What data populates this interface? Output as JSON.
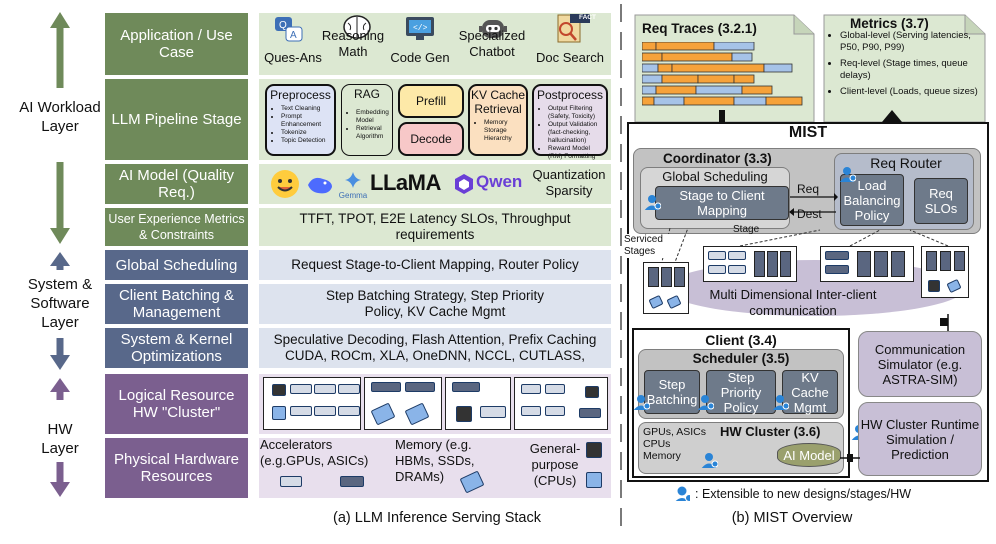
{
  "left": {
    "layers": [
      {
        "label": "Application / Use Case",
        "style": "green"
      },
      {
        "label": "LLM Pipeline Stage",
        "style": "green"
      },
      {
        "label": "AI Model (Quality Req.)",
        "style": "green"
      },
      {
        "label": "User Experience Metrics & Constraints",
        "style": "green"
      },
      {
        "label": "Global Scheduling",
        "style": "blue"
      },
      {
        "label": "Client Batching & Management",
        "style": "blue"
      },
      {
        "label": "System & Kernel Optimizations",
        "style": "blue"
      },
      {
        "label": "Logical Resource HW \"Cluster\"",
        "style": "purple"
      },
      {
        "label": "Physical Hardware Resources",
        "style": "purple"
      }
    ],
    "side_labels": {
      "ai": "AI Workload Layer",
      "sys": "System & Software Layer",
      "hw": "HW Layer"
    },
    "apps": [
      "Ques-Ans",
      "Reasoning Math",
      "Code Gen",
      "Specialized Chatbot",
      "Doc Search"
    ],
    "fact_badge": "FACT",
    "pipeline": {
      "preprocess": {
        "title": "Preprocess",
        "items": [
          "Text Cleaning",
          "Prompt Enhancement",
          "Tokenize",
          "Topic Detection"
        ]
      },
      "rag": {
        "title": "RAG",
        "items": [
          "Embedding Model",
          "Retrieval Algorithm"
        ]
      },
      "prefill": "Prefill",
      "decode": "Decode",
      "kvcache": {
        "title": "KV Cache Retrieval",
        "items": [
          "Memory Storage Hierarchy"
        ]
      },
      "postprocess": {
        "title": "Postprocess",
        "items": [
          "Output Filtering (Safety, Toxicity)",
          "Output Validation (fact-checking, hallucination)",
          "Reward Model (RM) Formatting"
        ]
      }
    },
    "models": {
      "gemma": "Gemma",
      "llama": "LLaMA",
      "qwen": "Qwen",
      "quant": "Quantization Sparsity"
    },
    "ux_row": "TTFT, TPOT, E2E Latency SLOs, Throughput requirements",
    "gs_row": "Request Stage-to-Client Mapping, Router Policy",
    "cb_row": "Step Batching Strategy, Step Priority Policy, KV Cache Mgmt",
    "sk_row": "Speculative Decoding, Flash Attention, Prefix Caching CUDA, ROCm, XLA, OneDNN, NCCL, CUTLASS,",
    "phys": {
      "accel": "Accelerators (e.g.GPUs, ASICs)",
      "memory": "Memory  (e.g. HBMs, SSDs, DRAMs)",
      "cpu": "General-purpose (CPUs)"
    },
    "caption": "(a) LLM Inference Serving Stack"
  },
  "right": {
    "req_traces": "Req Traces (3.2.1)",
    "metrics_title": "Metrics  (3.7)",
    "metrics_items": [
      "Global-level (Serving latencies, P50, P90, P99)",
      "Req-level (Stage times, queue delays)",
      "Client-level (Loads, queue sizes)"
    ],
    "mist": "MIST",
    "coordinator": "Coordinator (3.3)",
    "global_scheduling": "Global Scheduling",
    "stage_mapping": "Stage to Client Mapping",
    "req": "Req",
    "dest": "Dest",
    "req_router": "Req Router",
    "load_balancing": "Load Balancing Policy",
    "req_slos": "Req SLOs",
    "stage": "Stage",
    "serviced_stages": "Serviced Stages",
    "multi_dim": "Multi Dimensional Inter-client communication",
    "client": "Client (3.4)",
    "scheduler": "Scheduler (3.5)",
    "step_batching": "Step Batching",
    "step_priority": "Step Priority Policy",
    "kv_mgmt": "KV Cache Mgmt",
    "gpus_asics": "GPUs, ASICs CPUs Memory",
    "hw_cluster": "HW Cluster (3.6)",
    "ai_model": "AI Model",
    "comm_sim": "Communication Simulator (e.g. ASTRA-SIM)",
    "hw_runtime": "HW Cluster Runtime Simulation / Prediction",
    "extensible": ": Extensible to new designs/stages/HW",
    "caption": "(b) MIST Overview"
  },
  "colors": {
    "green": "#6f8a5a",
    "blue": "#58688a",
    "purple": "#7b5f8f",
    "trace_orange": "#f6a23a",
    "trace_blue": "#a6c3e8"
  }
}
